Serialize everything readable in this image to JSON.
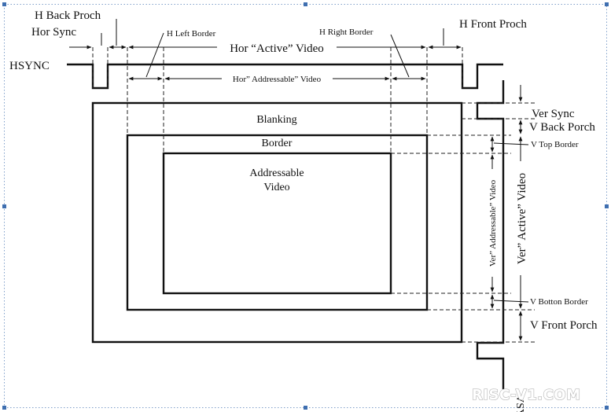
{
  "labels": {
    "h_back_porch": "H Back Proch",
    "hor_sync": "Hor Sync",
    "h_left_border": "H Left Border",
    "hor_active_video": "Hor “Active” Video",
    "h_right_border": "H Right Border",
    "h_front_porch": "H Front Proch",
    "hsync_h": "HSYNC",
    "hor_addressable_video": "Hor” Addressable” Video",
    "blanking": "Blanking",
    "border": "Border",
    "addressable_video_line1": "Addressable",
    "addressable_video_line2": "Video",
    "ver_sync": "Ver Sync",
    "v_back_porch": "V Back Porch",
    "v_top_border": "V Top Border",
    "ver_addressable_video": "Ver” Addressable” Video",
    "ver_active_video": "Ver” Active” Video",
    "v_bottom_border": "V Botton Border",
    "v_front_porch": "V Front Porch",
    "vsync": "VSYNC"
  },
  "watermark": "RISC-V1.COM"
}
